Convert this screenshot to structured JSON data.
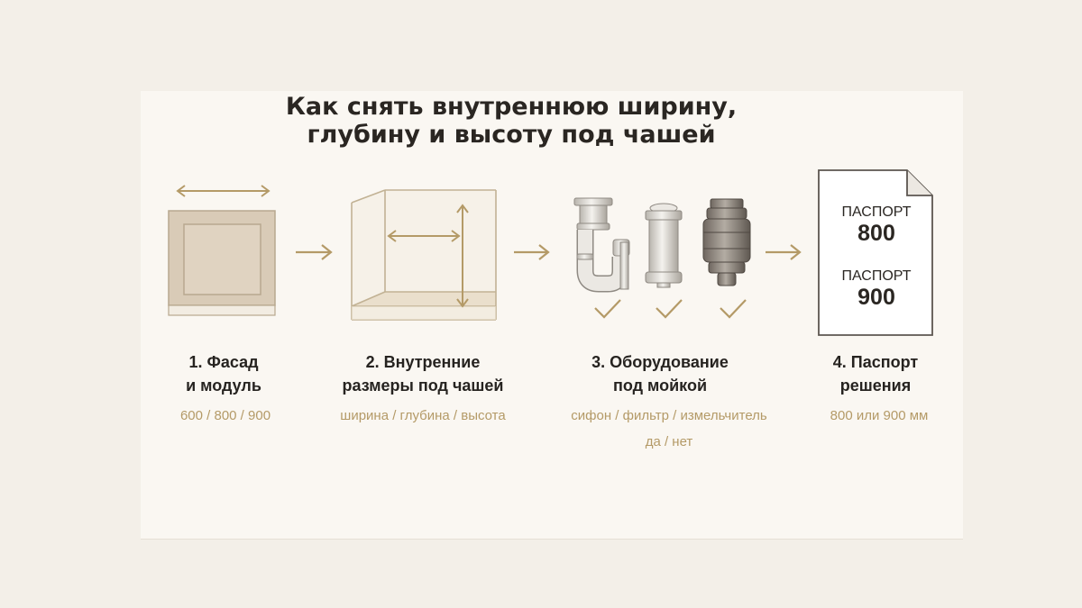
{
  "title": {
    "line1": "Как снять внутреннюю ширину,",
    "line2": "глубину и высоту под чашей"
  },
  "steps": [
    {
      "title1": "1. Фасад",
      "title2": "и модуль",
      "sub1": "600 / 800 / 900",
      "sub2": ""
    },
    {
      "title1": "2. Внутренние",
      "title2": "размеры под чашей",
      "sub1": "ширина / глубина / высота",
      "sub2": ""
    },
    {
      "title1": "3. Оборудование",
      "title2": "под мойкой",
      "sub1": "сифон / фильтр / измельчитель",
      "sub2": "да / нет"
    },
    {
      "title1": "4. Паспорт",
      "title2": "решения",
      "sub1": "800 или 900 мм",
      "sub2": ""
    }
  ],
  "passport": {
    "label1": "ПАСПОРТ",
    "value1": "800",
    "label2": "ПАСПОРТ",
    "value2": "900"
  },
  "colors": {
    "background": "#f3efe8",
    "panel": "#faf7f2",
    "accent": "#b49a67",
    "text": "#262320"
  },
  "icons": [
    "facade-icon",
    "cabinet-frame-icon",
    "siphon-icon",
    "filter-icon",
    "disposer-icon",
    "check-icon",
    "document-icon",
    "arrow-right-icon"
  ]
}
